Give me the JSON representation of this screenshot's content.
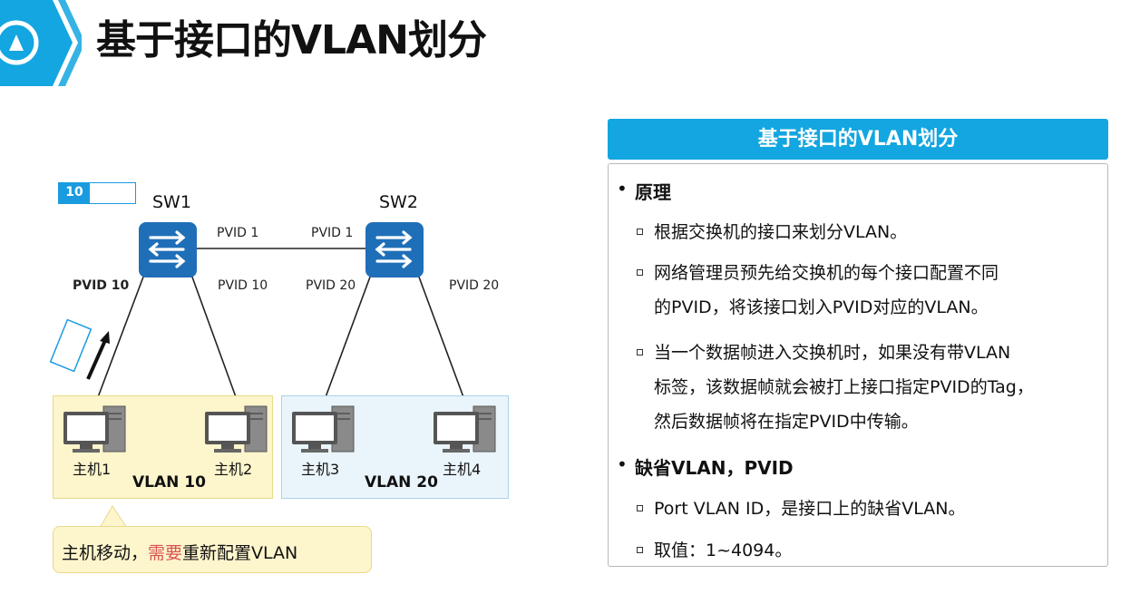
{
  "header": {
    "title": "基于接口的VLAN划分"
  },
  "diagram": {
    "tag_value": "10",
    "switches": [
      {
        "name": "SW1"
      },
      {
        "name": "SW2"
      }
    ],
    "pvid_labels": {
      "sw1_trunk": "PVID 1",
      "sw2_trunk": "PVID 1",
      "sw1_left": "PVID 10",
      "sw1_right": "PVID 10",
      "sw2_left": "PVID 20",
      "sw2_right": "PVID 20"
    },
    "hosts": [
      {
        "name": "主机1"
      },
      {
        "name": "主机2"
      },
      {
        "name": "主机3"
      },
      {
        "name": "主机4"
      }
    ],
    "vlans": [
      {
        "label": "VLAN 10"
      },
      {
        "label": "VLAN 20"
      }
    ],
    "callout": {
      "prefix": "主机移动，",
      "highlight": "需要",
      "suffix": "重新配置VLAN"
    }
  },
  "panel": {
    "title": "基于接口的VLAN划分",
    "sections": [
      {
        "heading": "原理",
        "items": [
          [
            "根据交换机的接口来划分VLAN。"
          ],
          [
            "网络管理员预先给交换机的每个接口配置不同",
            "的PVID，将该接口划入PVID对应的VLAN。"
          ],
          [
            "当一个数据帧进入交换机时，如果没有带VLAN",
            "标签，该数据帧就会被打上接口指定PVID的Tag，",
            "然后数据帧将在指定PVID中传输。"
          ]
        ]
      },
      {
        "heading": "缺省VLAN，PVID",
        "items": [
          [
            "Port VLAN ID，是接口上的缺省VLAN。"
          ],
          [
            "取值：1~4094。"
          ]
        ]
      }
    ]
  },
  "colors": {
    "accent_blue": "#13a6e0",
    "switch_blue": "#1f6fb8",
    "vlan10_fill": "#fdf5cc",
    "vlan20_fill": "#eaf5fb",
    "highlight_red": "#d9534f"
  }
}
